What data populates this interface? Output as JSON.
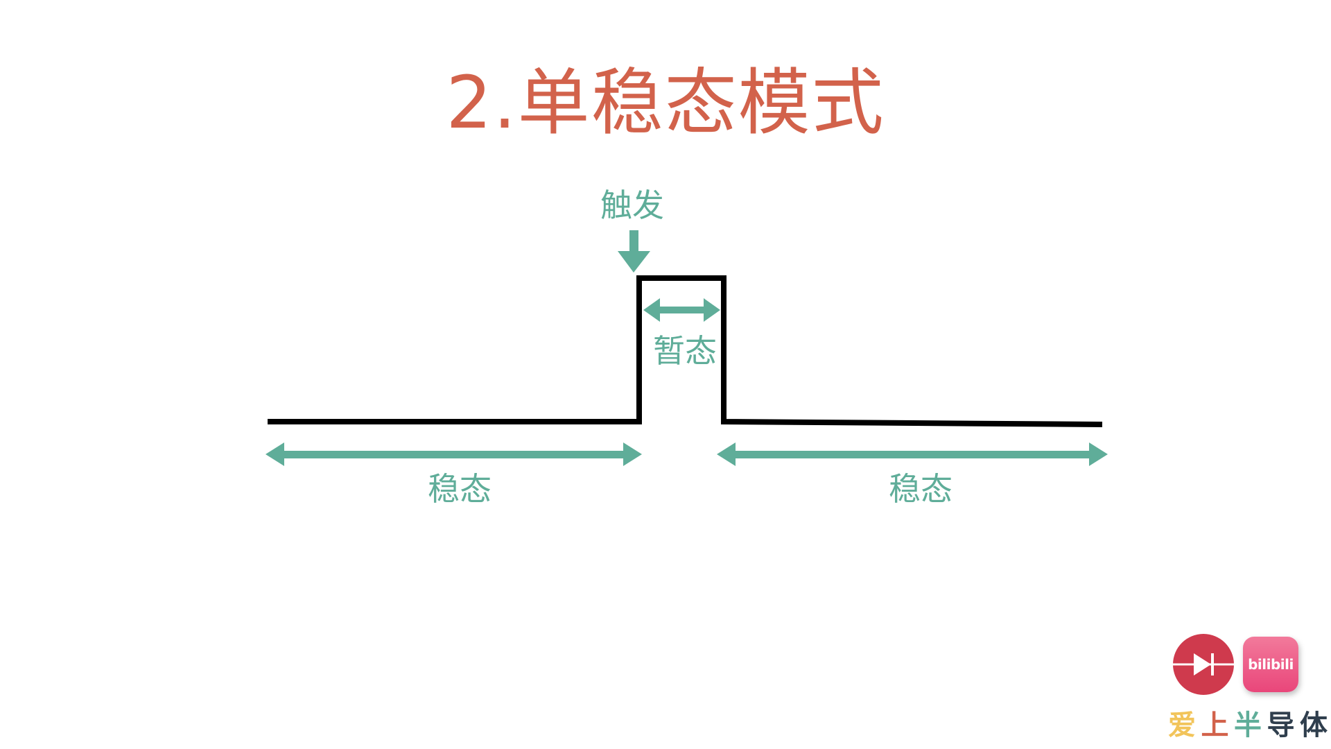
{
  "slide": {
    "title": "2.单稳态模式"
  },
  "diagram": {
    "trigger_label": "触发",
    "transient_label": "暂态",
    "stable_left_label": "稳态",
    "stable_right_label": "稳态",
    "colors": {
      "title": "#D2624B",
      "accent": "#5FAD99",
      "waveform": "#000000"
    }
  },
  "logo": {
    "bilibili_text": "bilibili",
    "brand_chars": [
      "爱",
      "上",
      "半",
      "导",
      "体"
    ],
    "icons": [
      "diode-icon",
      "bilibili-tv-icon"
    ]
  }
}
